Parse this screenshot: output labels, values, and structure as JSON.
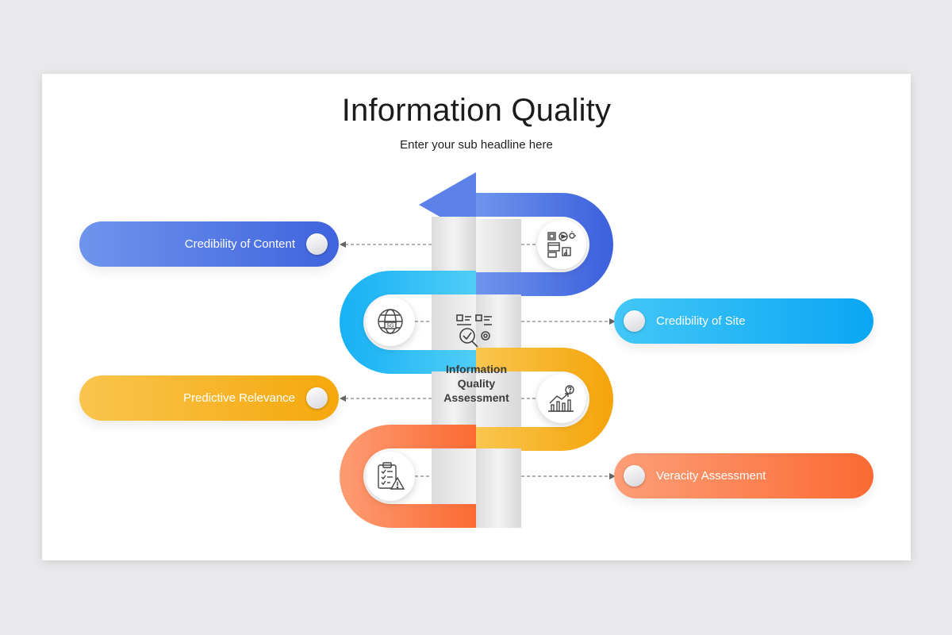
{
  "title": "Information Quality",
  "subtitle": "Enter your sub headline here",
  "center": {
    "line1": "Information",
    "line2": "Quality",
    "line3": "Assessment"
  },
  "items": [
    {
      "label": "Credibility of Content",
      "side": "left",
      "color_from": "#6b93ec",
      "color_to": "#3f63dd",
      "icon": "media-content-icon"
    },
    {
      "label": "Credibility of Site",
      "side": "right",
      "color_from": "#35c3f6",
      "color_to": "#0aa7f3",
      "icon": "globe-5g-icon"
    },
    {
      "label": "Predictive Relevance",
      "side": "left",
      "color_from": "#f8c14a",
      "color_to": "#f5a80c",
      "icon": "chart-question-icon"
    },
    {
      "label": "Veracity Assessment",
      "side": "right",
      "color_from": "#fd9a72",
      "color_to": "#fb6b35",
      "icon": "clipboard-warning-icon"
    }
  ],
  "center_icon": "assessment-search-icon"
}
